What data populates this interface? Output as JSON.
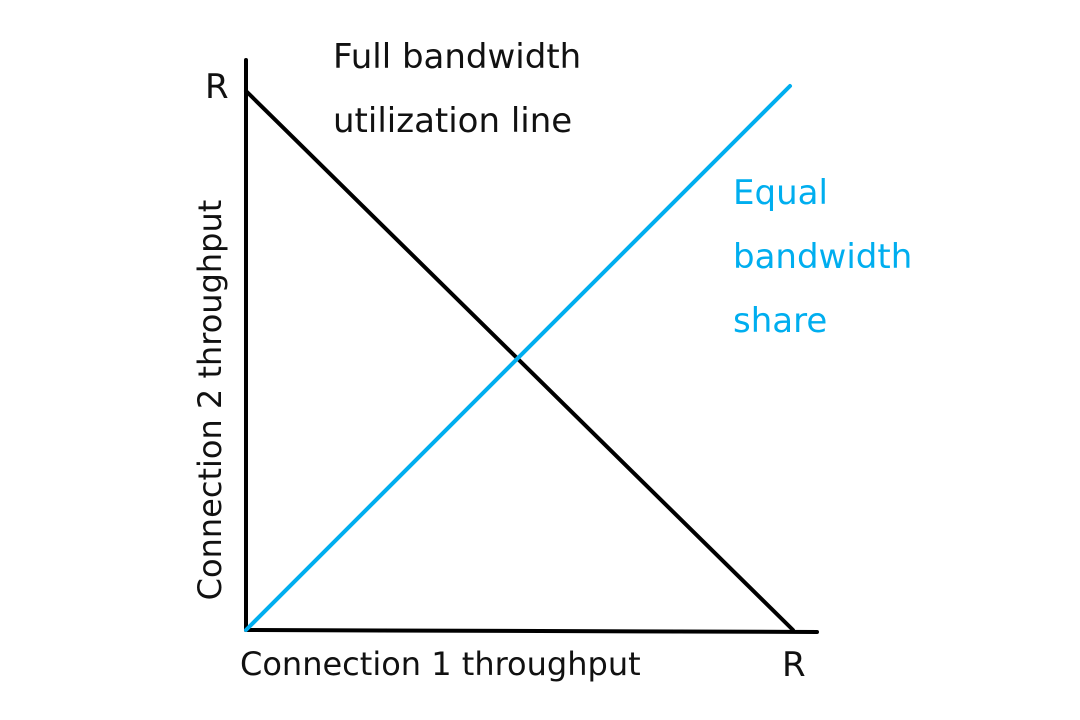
{
  "diagram": {
    "colors": {
      "axis": "#000000",
      "full_utilization_line": "#000000",
      "equal_share_line": "#00aeef",
      "text": "#111111"
    },
    "y_axis_label": "Connection 2 throughput",
    "x_axis_label": "Connection 1 throughput",
    "y_max_label": "R",
    "x_max_label": "R",
    "full_line_label_1": "Full bandwidth",
    "full_line_label_2": "utilization line",
    "equal_share_label_1": "Equal",
    "equal_share_label_2": "bandwidth",
    "equal_share_label_3": "share"
  }
}
